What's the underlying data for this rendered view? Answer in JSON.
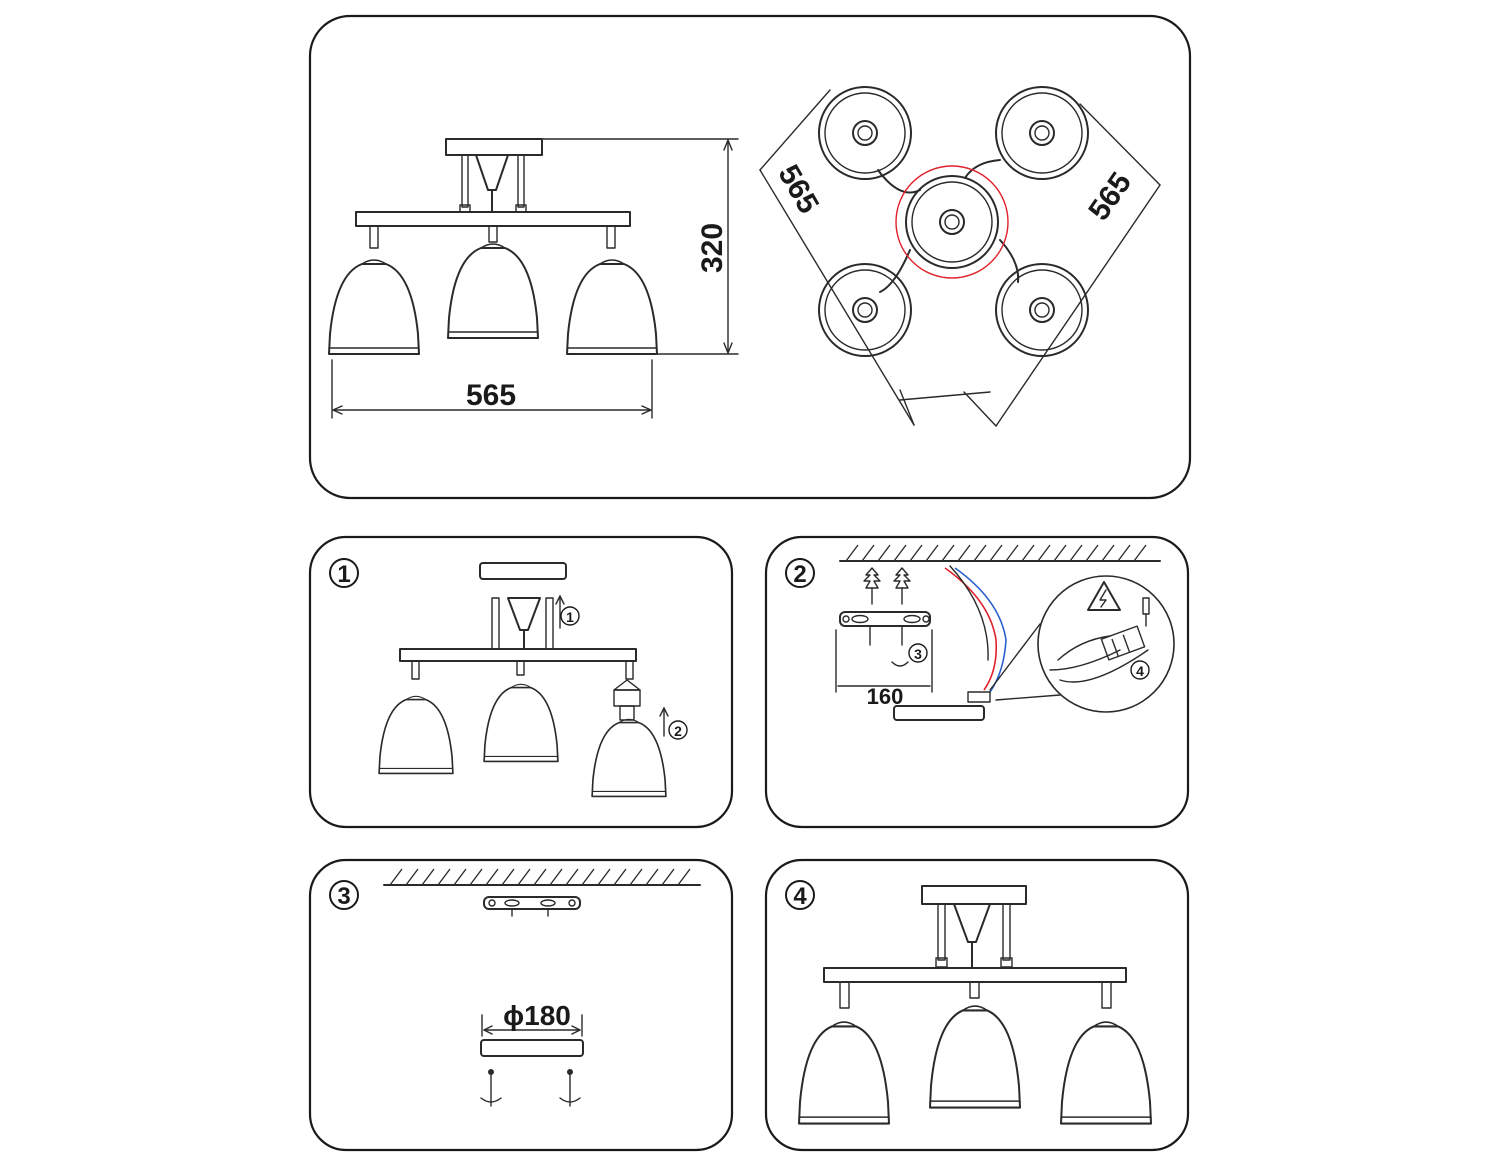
{
  "dimensions": {
    "front_width": "565",
    "front_height": "320",
    "top_left_diag": "565",
    "top_right_diag": "565",
    "mount_spacing": "160",
    "base_diameter": "ϕ180"
  },
  "steps": {
    "panel1": "1",
    "panel2": "2",
    "panel3": "3",
    "panel4": "4"
  },
  "substeps": {
    "p1_a": "1",
    "p1_b": "2",
    "p2_a": "3",
    "p2_b": "4"
  },
  "icons": {
    "warning": "high-voltage-warning-icon",
    "screwdriver": "screwdriver-icon",
    "rotation": "rotate-arrow-icon"
  },
  "colors": {
    "wire_red": "#e0202a",
    "wire_blue": "#2a5fd0",
    "highlight_ring": "#e0202a"
  }
}
